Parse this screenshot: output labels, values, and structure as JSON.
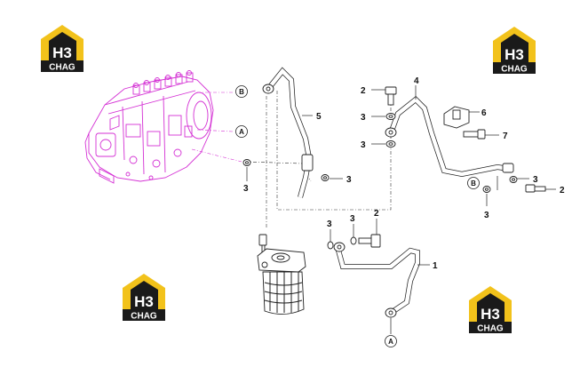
{
  "logos": [
    {
      "mark": "H3",
      "caption": "CHAG"
    },
    {
      "mark": "H3",
      "caption": "CHAG"
    },
    {
      "mark": "H3",
      "caption": "CHAG"
    },
    {
      "mark": "H3",
      "caption": "CHAG"
    }
  ],
  "colors": {
    "logo_yellow": "#f2c21b",
    "logo_black": "#1a1a1a",
    "pump_magenta": "#d430d4",
    "line": "#222222"
  },
  "callouts": {
    "A": "A",
    "B": "B"
  },
  "labels": {
    "n1": "1",
    "n2": "2",
    "n3": "3",
    "n4": "4",
    "n5": "5",
    "n6": "6",
    "n7": "7"
  }
}
